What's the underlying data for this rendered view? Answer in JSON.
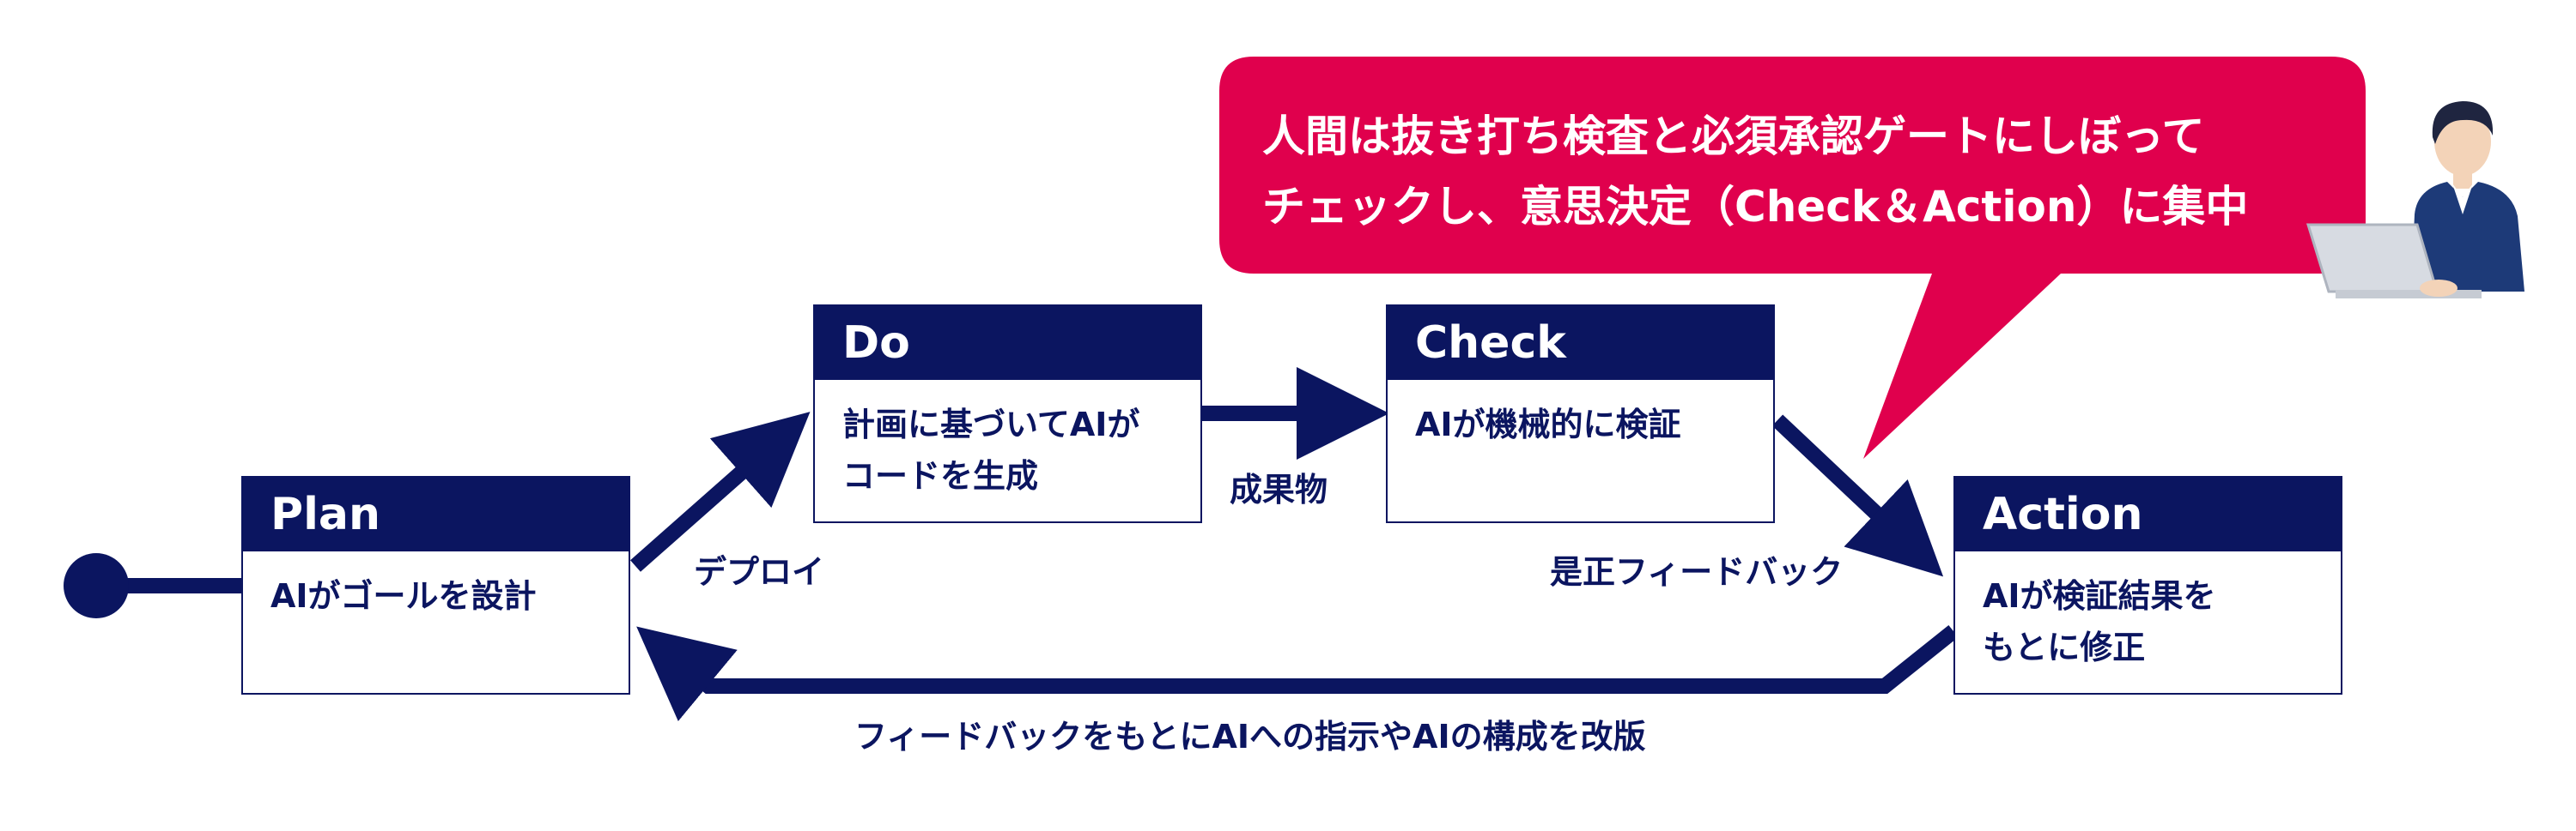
{
  "colors": {
    "navy": "#0b1560",
    "accent": "#e0004d",
    "white": "#ffffff"
  },
  "callout": {
    "line1": "人間は抜き打ち検査と必須承認ゲートにしぼって",
    "line2": "チェックし、意思決定（Check＆Action）に集中"
  },
  "plan": {
    "title": "Plan",
    "body": "AIがゴールを設計"
  },
  "do": {
    "title": "Do",
    "body_line1": "計画に基づいてAIが",
    "body_line2": "コードを生成"
  },
  "check": {
    "title": "Check",
    "body": "AIが機械的に検証"
  },
  "action": {
    "title": "Action",
    "body_line1": "AIが検証結果を",
    "body_line2": "もとに修正"
  },
  "edges": {
    "deploy": "デプロイ",
    "deliverable": "成果物",
    "corrective_feedback": "是正フィードバック",
    "feedback_loop": "フィードバックをもとにAIへの指示やAIの構成を改版"
  },
  "icons": {
    "start": "start-node-icon",
    "person": "person-with-laptop-icon"
  }
}
